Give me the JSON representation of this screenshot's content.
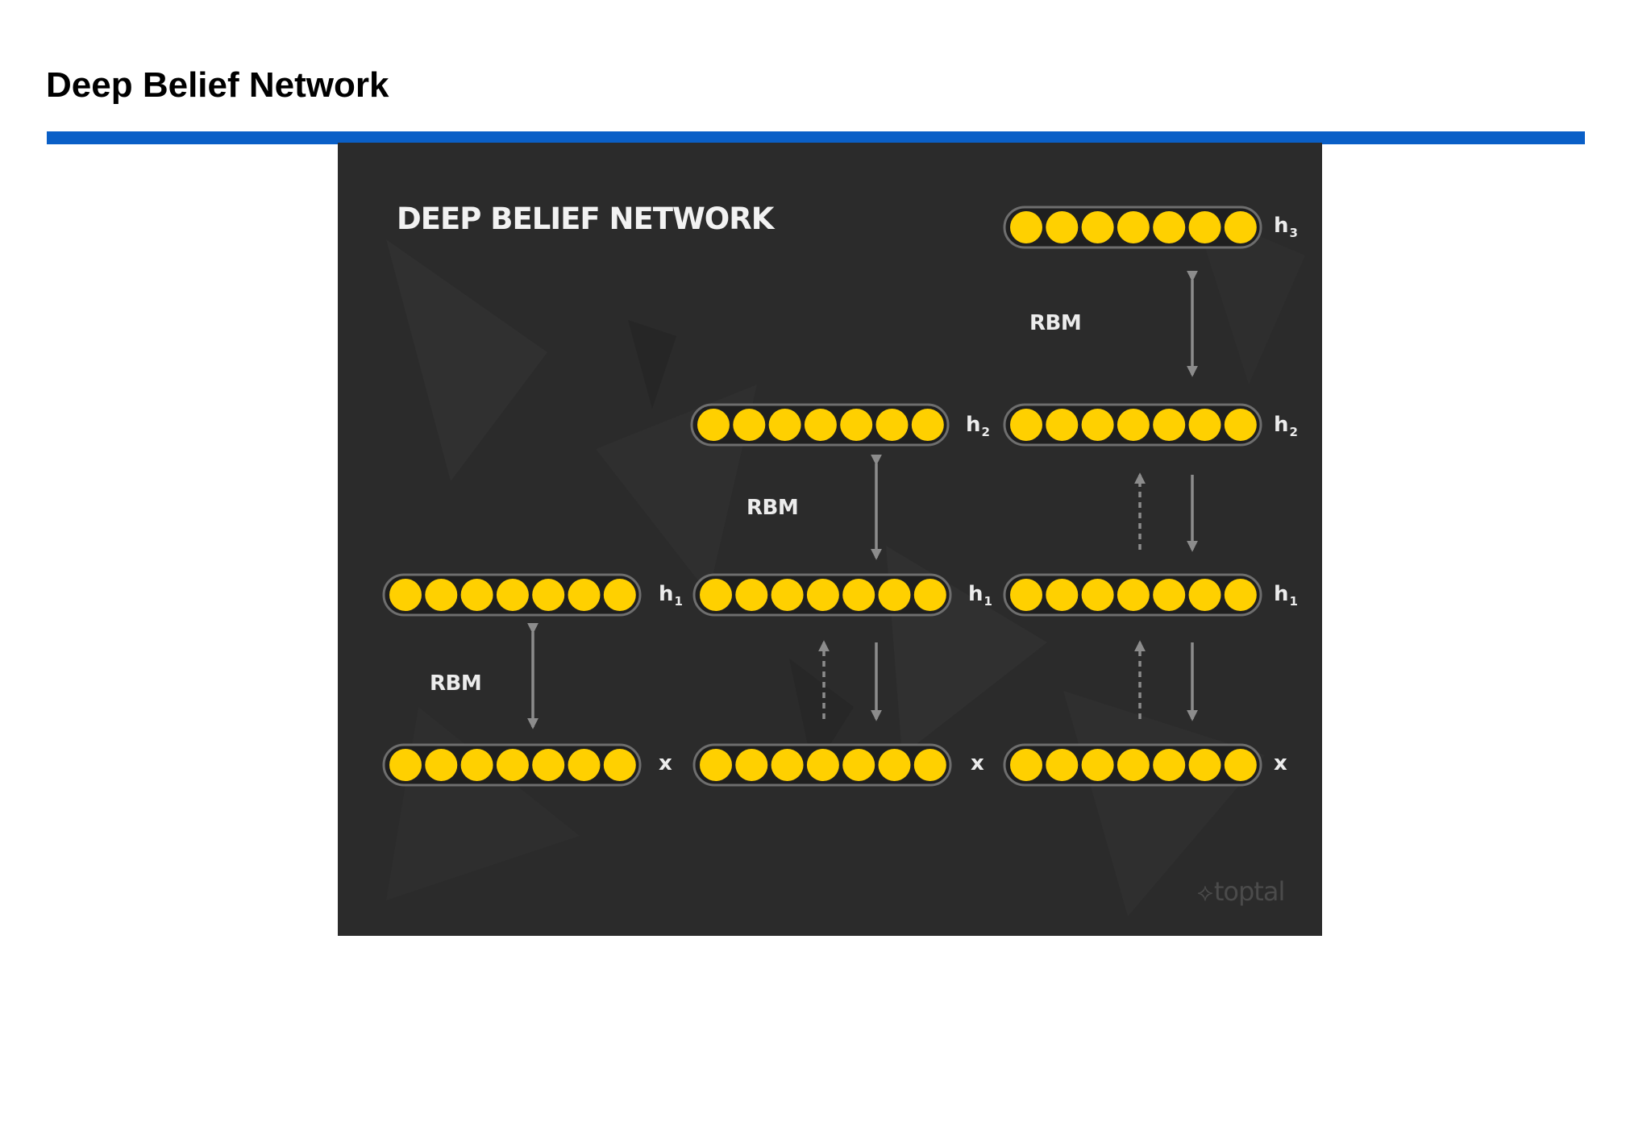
{
  "page": {
    "title": "Deep Belief Network",
    "accent_color": "#0a5fc7"
  },
  "slide": {
    "heading": "DEEP BELIEF NETWORK",
    "background_color": "#2b2b2b",
    "node_color": "#ffd000",
    "nodes_per_layer": 7,
    "rbm_label": "RBM",
    "layer_labels": {
      "x": "x",
      "h1_base": "h",
      "h1_sub": "1",
      "h2_base": "h",
      "h2_sub": "2",
      "h3_base": "h",
      "h3_sub": "3"
    },
    "logo": {
      "mark_icon": "toptal-logo-icon",
      "text": "toptal"
    }
  }
}
